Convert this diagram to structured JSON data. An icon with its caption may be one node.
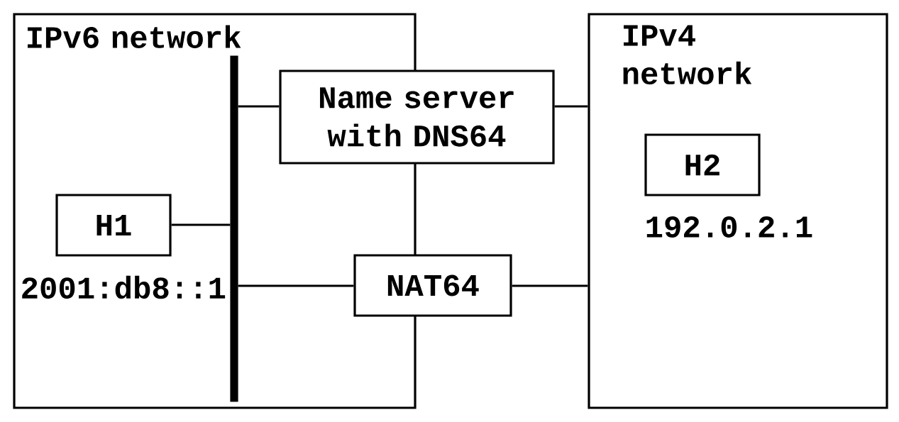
{
  "diagram": {
    "nodes": [
      {
        "text": [
          "IPv6 network"
        ]
      },
      {
        "text": [],
        "shape": "bar",
        "in": 0
      },
      {
        "text": [
          "H1"
        ],
        "in": 0,
        "beside": [
          "2001:db8::1"
        ]
      },
      {
        "text": [
          "Name server with DNS64"
        ]
      },
      {
        "text": [
          "NAT64"
        ]
      },
      {
        "text": [
          "IPv4 network"
        ]
      },
      {
        "text": [
          "H2"
        ],
        "in": 5,
        "beside": [
          "192.0.2.1"
        ]
      }
    ],
    "edges": [
      {
        "from": 2,
        "to": 1,
        "arrow": "none"
      },
      {
        "from": 1,
        "to": 3,
        "arrow": "none"
      },
      {
        "from": 3,
        "to": 5,
        "arrow": "none"
      },
      {
        "from": 1,
        "to": 4,
        "arrow": "none"
      },
      {
        "from": 4,
        "to": 5,
        "arrow": "none"
      }
    ]
  }
}
